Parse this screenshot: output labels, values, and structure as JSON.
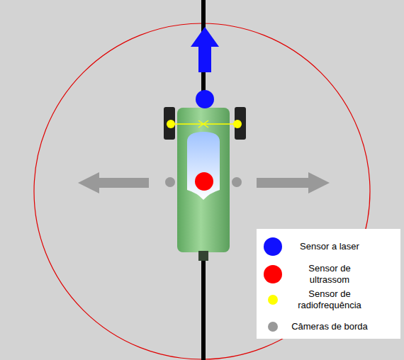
{
  "diagram": {
    "legend": [
      {
        "text": "Sensor a laser",
        "color": "#1010ff"
      },
      {
        "text": "Sensor de ultrassom",
        "color": "#ff0000"
      },
      {
        "text": "Sensor de radiofrequência",
        "color": "#ffff00"
      },
      {
        "text": "Câmeras de borda",
        "color": "#999999"
      }
    ]
  }
}
